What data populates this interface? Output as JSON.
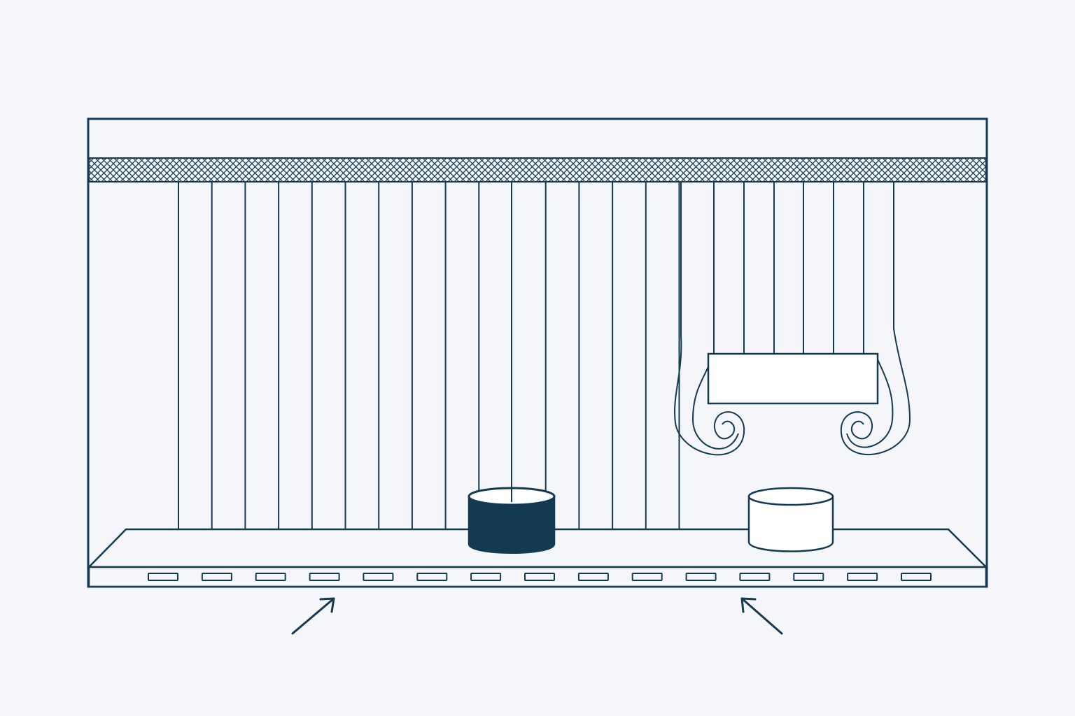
{
  "colors": {
    "background": "#f4f6f9",
    "ink": "#143a52",
    "fill_light": "#ffffff"
  },
  "diagram": {
    "labels": [],
    "strings_plain_count": 16,
    "strings_curved_count": 7,
    "shelf_slot_count": 15,
    "filled_container": "dark",
    "empty_container": "light",
    "arrows": [
      "left-arrow-pointing-up-right",
      "right-arrow-pointing-up-left"
    ]
  }
}
